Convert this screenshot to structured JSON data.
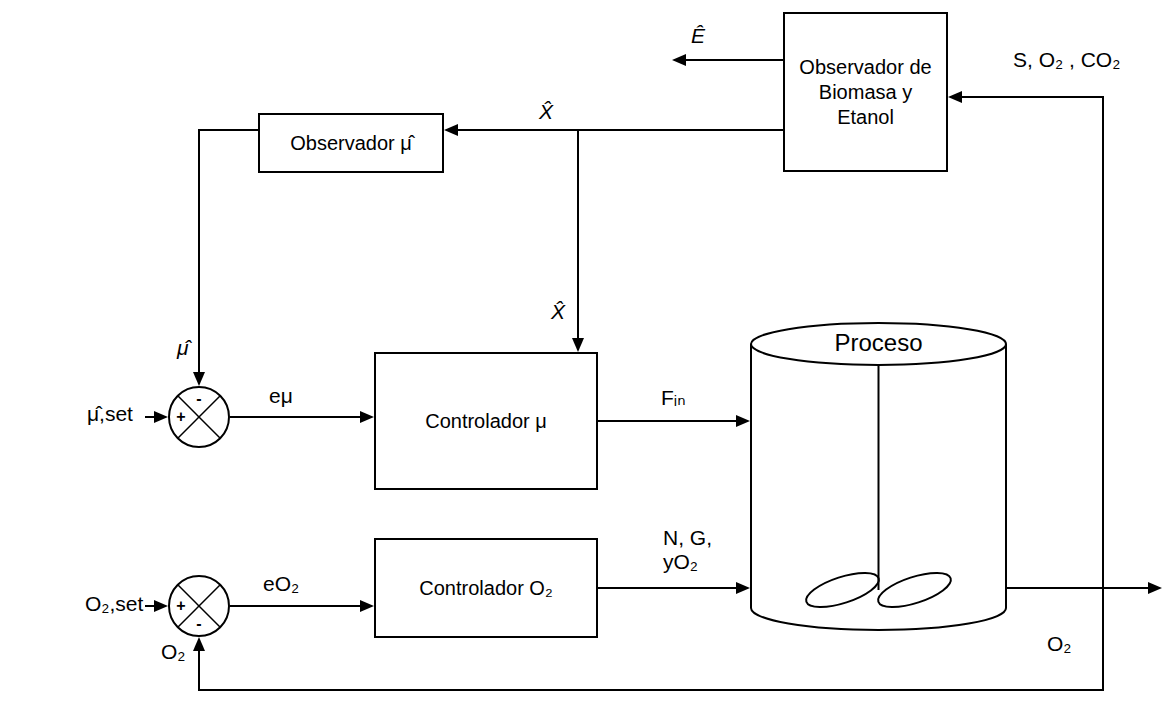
{
  "diagram": {
    "nodes": [
      {
        "text": [
          "Observador de Biomasa y Etanol"
        ]
      },
      {
        "text": [
          "Observador μ̂"
        ]
      },
      {
        "text": [
          "+",
          "-"
        ]
      },
      {
        "text": [
          "Controlador μ"
        ]
      },
      {
        "text": [
          "Proceso"
        ]
      },
      {
        "text": [
          "+",
          "-"
        ]
      },
      {
        "text": [
          "Controlador O₂"
        ]
      }
    ],
    "edges": [
      {
        "from": 0,
        "to": 1,
        "arrow": "to",
        "label": "X̂"
      },
      {
        "from": 0,
        "to": 3,
        "arrow": "to",
        "label": "X̂"
      },
      {
        "from": 1,
        "to": 2,
        "arrow": "to",
        "label": "μ̂"
      },
      {
        "from": 2,
        "to": 3,
        "arrow": "to",
        "label": "eμ"
      },
      {
        "from": 3,
        "to": 4,
        "arrow": "to",
        "label": "Fᵢₙ"
      },
      {
        "from": 5,
        "to": 6,
        "arrow": "to",
        "label": "eO₂"
      },
      {
        "from": 6,
        "to": 4,
        "arrow": "to",
        "label": "N, G, yO₂"
      },
      {
        "from": 4,
        "to": 5,
        "arrow": "to",
        "label": "O₂"
      },
      {
        "from": 4,
        "to": 0,
        "arrow": "to",
        "label": "S, O₂ , CO₂"
      }
    ],
    "labels": [
      "Ê",
      "μ̂,set",
      "O₂,set",
      "O₂"
    ]
  }
}
